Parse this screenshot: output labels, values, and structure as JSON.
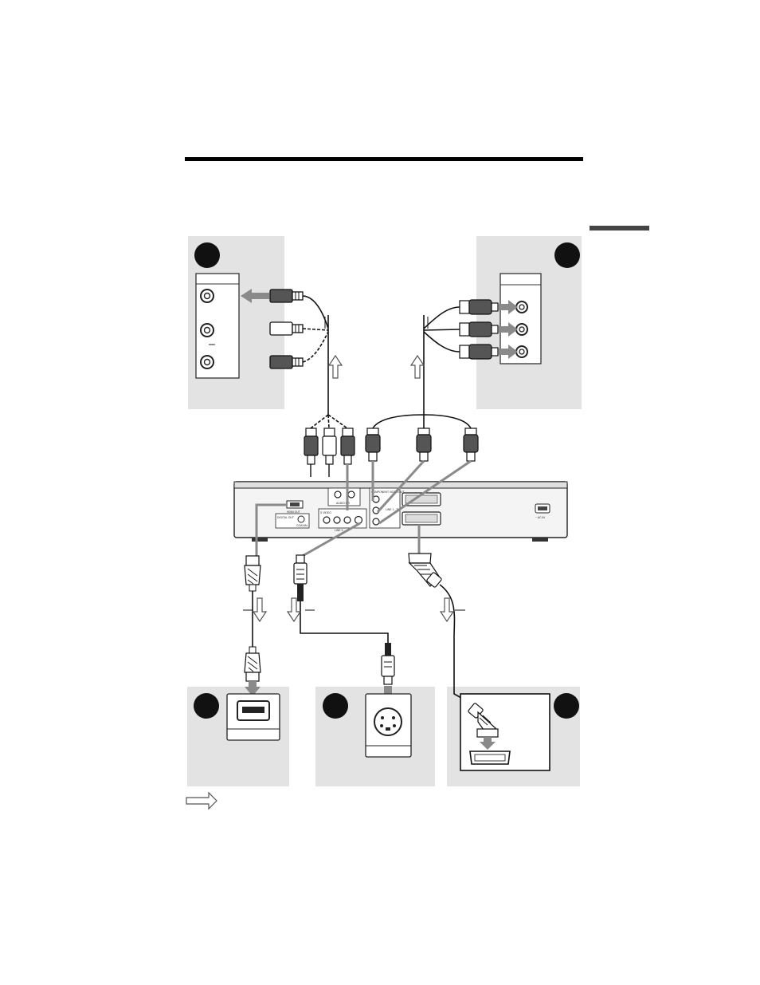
{
  "device_labels": {
    "hdmi_out": "HDMI OUT",
    "digital_out": "DIGITAL OUT",
    "coaxial": "COAXIAL",
    "ac_in": "~ AC IN",
    "audio_l_r": "AUDIO L R",
    "component_video_out": "COMPONENT VIDEO OUT",
    "s_video": "S VIDEO",
    "video": "VIDEO",
    "line_1_tv": "LINE 1 - TV",
    "line_3": "LINE 3"
  },
  "legend": {
    "icon": "signal-flow-arrow-icon"
  },
  "colors": {
    "panel": "#e3e3e3",
    "cable_gray": "#8a8a8a",
    "badge": "#111111"
  }
}
